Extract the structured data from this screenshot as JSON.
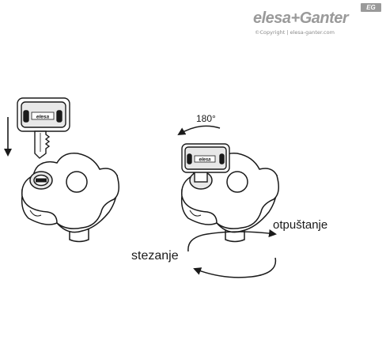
{
  "brand": {
    "name": "elesa+Ganter",
    "badge": "EG",
    "copyright": "©Copyright | elesa-ganter.com"
  },
  "labels": {
    "rotation": "180°",
    "release": "otpuštanje",
    "tighten": "stezanje"
  },
  "key_logo_text": "elesa"
}
